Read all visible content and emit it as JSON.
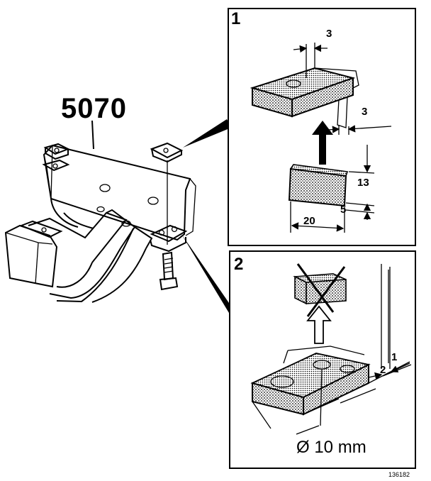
{
  "tool_number": "5070",
  "panel_1": {
    "number": "1",
    "dimensions": [
      "3",
      "3",
      "13",
      "5",
      "20"
    ]
  },
  "panel_2": {
    "number": "2",
    "dimensions": [
      "1",
      "2"
    ],
    "hole_diameter": "Ø 10 mm"
  },
  "reference_code": "136182",
  "icons": [
    "arrow-up-icon",
    "crossed-out-icon"
  ],
  "colors": {
    "ink": "#000000",
    "paper": "#ffffff"
  }
}
